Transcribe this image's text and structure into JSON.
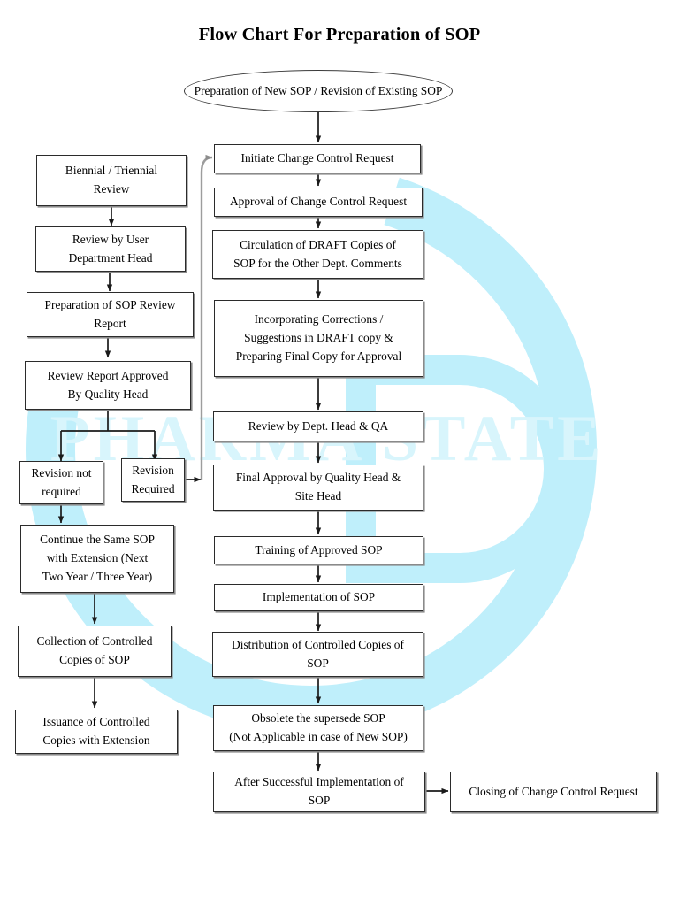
{
  "title": "Flow Chart For Preparation of SOP",
  "watermark": {
    "text": "PHARMA STATE",
    "color": "#bfeffb"
  },
  "colors": {
    "box_border": "#2b2b2b",
    "box_fill": "#ffffff",
    "connector": "#1a1a1a",
    "loop_connector": "#9a9a9a",
    "watermark": "#bfeffb"
  },
  "start_node": {
    "shape": "ellipse",
    "lines": [
      "Preparation of New SOP /",
      "Revision of Existing SOP"
    ]
  },
  "main_flow": [
    {
      "id": "initiate-change-control-request",
      "lines": [
        "Initiate Change Control Request"
      ]
    },
    {
      "id": "approval-of-change-control-request",
      "lines": [
        "Approval of Change Control Request"
      ]
    },
    {
      "id": "circulation-of-draft-copies",
      "lines": [
        "Circulation of DRAFT Copies of",
        "SOP for the Other Dept. Comments"
      ]
    },
    {
      "id": "incorporating-corrections",
      "lines": [
        "Incorporating Corrections /",
        "Suggestions in DRAFT copy &",
        "Preparing Final Copy for Approval"
      ]
    },
    {
      "id": "review-by-dept-head-qa",
      "lines": [
        "Review by Dept. Head & QA"
      ]
    },
    {
      "id": "final-approval-quality-site-head",
      "lines": [
        "Final Approval by Quality Head &",
        "Site Head"
      ]
    },
    {
      "id": "training-of-approved-sop",
      "lines": [
        "Training of Approved SOP"
      ]
    },
    {
      "id": "implementation-of-sop",
      "lines": [
        "Implementation of SOP"
      ]
    },
    {
      "id": "distribution-of-controlled-copies",
      "lines": [
        "Distribution of Controlled Copies of",
        "SOP"
      ]
    },
    {
      "id": "obsolete-the-supersede-sop",
      "lines": [
        "Obsolete the supersede SOP",
        "(Not Applicable in case of New SOP)"
      ]
    },
    {
      "id": "after-successful-implementation",
      "lines": [
        "After Successful Implementation of",
        "SOP"
      ]
    }
  ],
  "terminal_node": {
    "id": "closing-of-change-control-request",
    "lines": [
      "Closing of Change Control Request"
    ]
  },
  "review_flow": [
    {
      "id": "biennial-triennial-review",
      "lines": [
        "Biennial / Triennial",
        "Review"
      ]
    },
    {
      "id": "review-by-user-department-head",
      "lines": [
        "Review by User",
        "Department Head"
      ]
    },
    {
      "id": "preparation-of-sop-review-report",
      "lines": [
        "Preparation of SOP Review",
        "Report"
      ]
    },
    {
      "id": "review-report-approved-by-quality-head",
      "lines": [
        "Review Report Approved",
        "By Quality Head"
      ]
    }
  ],
  "decision_branches": [
    {
      "id": "revision-not-required",
      "lines": [
        "Revision not",
        "required"
      ]
    },
    {
      "id": "revision-required",
      "lines": [
        "Revision",
        "Required"
      ]
    }
  ],
  "continuation_flow": [
    {
      "id": "continue-same-sop-with-extension",
      "lines": [
        "Continue the Same SOP",
        "with Extension (Next",
        "Two Year / Three Year)"
      ]
    },
    {
      "id": "collection-of-controlled-copies",
      "lines": [
        "Collection of Controlled",
        "Copies of SOP"
      ]
    },
    {
      "id": "issuance-of-controlled-copies",
      "lines": [
        "Issuance of Controlled",
        "Copies with Extension"
      ]
    }
  ]
}
